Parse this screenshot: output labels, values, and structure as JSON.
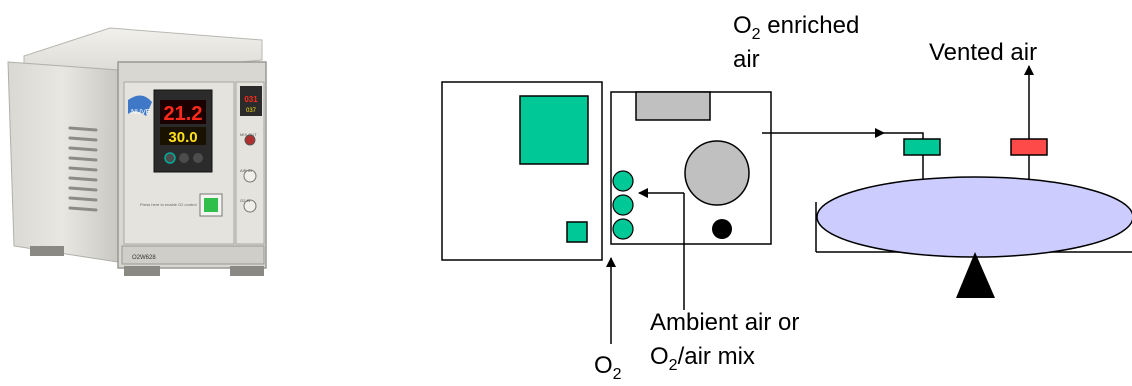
{
  "device": {
    "display_top": "21.2",
    "display_bottom": "30.0",
    "right_display": "031",
    "right_display_sub": "037",
    "model_label": "O2W628",
    "logo_text": "NUVE",
    "port_labels": [
      "MIX OUT",
      "AIR IN",
      "O2 IN"
    ],
    "panel_note": "Press here to enable O2 control"
  },
  "diagram": {
    "label_o2_enriched": "O",
    "label_o2_enriched_sub": "2",
    "label_o2_enriched_rest": " enriched",
    "label_air": "air",
    "label_vented": "Vented air",
    "label_ambient_line1": "Ambient air or",
    "label_mix_o": "O",
    "label_mix_sub": "2",
    "label_mix_rest": "/air mix",
    "label_o2_bottom": "O",
    "label_o2_bottom_sub": "2"
  },
  "colors": {
    "green": "#00c896",
    "red": "#ff4a4a",
    "gray": "#c0c0c0",
    "chamber": "#ccccff"
  }
}
